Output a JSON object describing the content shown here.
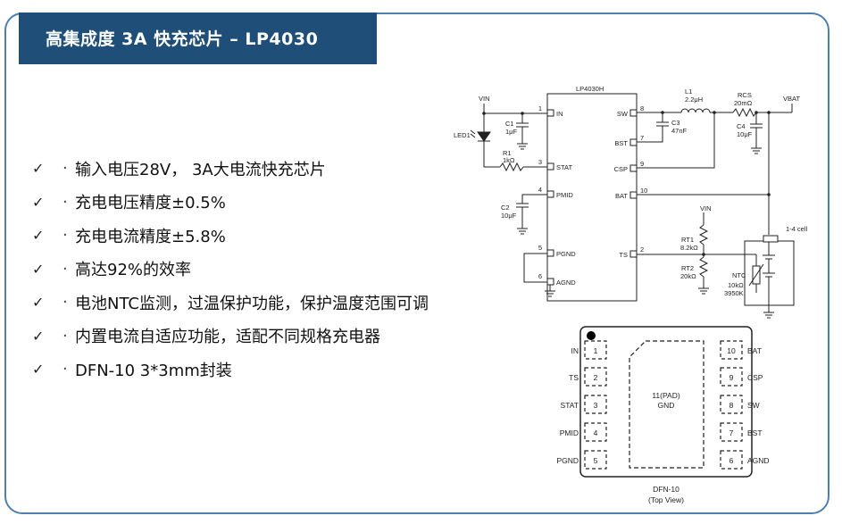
{
  "title": "高集成度 3A 快充芯片 – LP4030",
  "features": [
    {
      "check": "✓",
      "bullet": "·",
      "text": "输入电压28V， 3A大电流快充芯片"
    },
    {
      "check": "✓",
      "bullet": "·",
      "text": "充电电压精度±0.5%"
    },
    {
      "check": "✓",
      "bullet": "·",
      "text": "充电电流精度±5.8%"
    },
    {
      "check": "✓",
      "bullet": "·",
      "text": "高达92%的效率"
    },
    {
      "check": "✓",
      "bullet": "·",
      "text": "电池NTC监测，过温保护功能，保护温度范围可调"
    },
    {
      "check": "✓",
      "bullet": "·",
      "text": "内置电流自适应功能，适配不同规格充电器"
    },
    {
      "check": "✓",
      "bullet": "·",
      "text": "DFN-10 3*3mm封装"
    }
  ],
  "schematic": {
    "chip": "LP4030H",
    "left_pins": [
      {
        "num": "1",
        "name": "IN"
      },
      {
        "num": "3",
        "name": "STAT"
      },
      {
        "num": "4",
        "name": "PMID"
      },
      {
        "num": "5",
        "name": "PGND"
      },
      {
        "num": "6",
        "name": "AGND"
      }
    ],
    "right_pins": [
      {
        "num": "8",
        "name": "SW"
      },
      {
        "num": "7",
        "name": "BST"
      },
      {
        "num": "9",
        "name": "CSP"
      },
      {
        "num": "10",
        "name": "BAT"
      },
      {
        "num": "2",
        "name": "TS"
      }
    ],
    "vin": "VIN",
    "vbat": "VBAT",
    "vin2": "VIN",
    "led": "LED1",
    "c1": {
      "name": "C1",
      "value": "1μF"
    },
    "r1": {
      "name": "R1",
      "value": "1kΩ"
    },
    "c2": {
      "name": "C2",
      "value": "10μF"
    },
    "l1": {
      "name": "L1",
      "value": "2.2μH"
    },
    "c3": {
      "name": "C3",
      "value": "47nF"
    },
    "rcs": {
      "name": "RCS",
      "value": "20mΩ"
    },
    "c4": {
      "name": "C4",
      "value": "10μF"
    },
    "rt1": {
      "name": "RT1",
      "value": "8.2kΩ"
    },
    "rt2": {
      "name": "RT2",
      "value": "20kΩ"
    },
    "ntc": {
      "name": "NTC",
      "value": "10kΩ",
      "beta": "3950K"
    },
    "cell": "1-4 cell"
  },
  "pinout": {
    "left": [
      {
        "name": "IN",
        "num": "1"
      },
      {
        "name": "TS",
        "num": "2"
      },
      {
        "name": "STAT",
        "num": "3"
      },
      {
        "name": "PMID",
        "num": "4"
      },
      {
        "name": "PGND",
        "num": "5"
      }
    ],
    "right": [
      {
        "name": "BAT",
        "num": "10"
      },
      {
        "name": "CSP",
        "num": "9"
      },
      {
        "name": "SW",
        "num": "8"
      },
      {
        "name": "BST",
        "num": "7"
      },
      {
        "name": "AGND",
        "num": "6"
      }
    ],
    "pad_label": "11(PAD)",
    "pad_net": "GND",
    "package": "DFN-10",
    "view": "(Top View)"
  }
}
